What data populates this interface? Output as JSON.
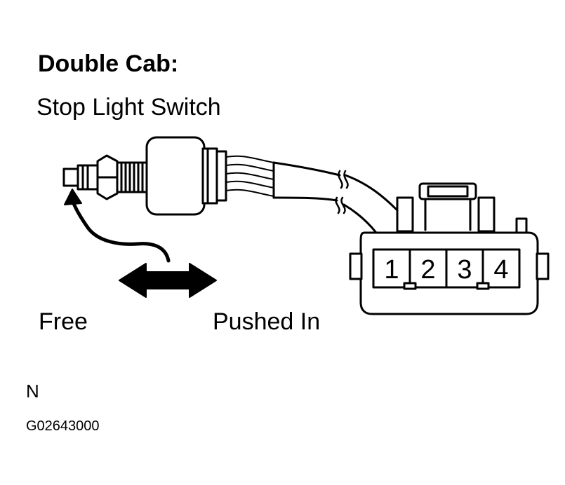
{
  "heading": "Double Cab:",
  "component": "Stop Light Switch",
  "states": {
    "free": "Free",
    "pushed_in": "Pushed In"
  },
  "connector": {
    "terminals": [
      "1",
      "2",
      "3",
      "4"
    ]
  },
  "note": "N",
  "figure_id": "G02643000"
}
